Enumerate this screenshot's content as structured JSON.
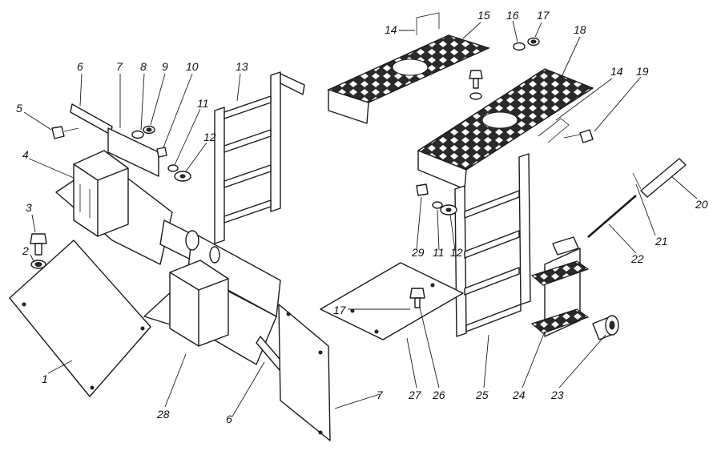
{
  "callouts": {
    "c1": "1",
    "c2": "2",
    "c3": "3",
    "c4": "4",
    "c5": "5",
    "c6a": "6",
    "c6b": "6",
    "c7a": "7",
    "c7b": "7",
    "c8": "8",
    "c9": "9",
    "c10": "10",
    "c11a": "11",
    "c11b": "11",
    "c12a": "12",
    "c12b": "12",
    "c13": "13",
    "c14a": "14",
    "c14b": "14",
    "c15": "15",
    "c16": "16",
    "c17a": "17",
    "c17b": "17",
    "c18": "18",
    "c19": "19",
    "c20": "20",
    "c21": "21",
    "c22": "22",
    "c23": "23",
    "c24": "24",
    "c25": "25",
    "c26": "26",
    "c27": "27",
    "c28": "28",
    "c29": "29"
  },
  "colors": {
    "line": "#1a1a1a",
    "background": "#ffffff",
    "tread": "#2a2a2a"
  }
}
